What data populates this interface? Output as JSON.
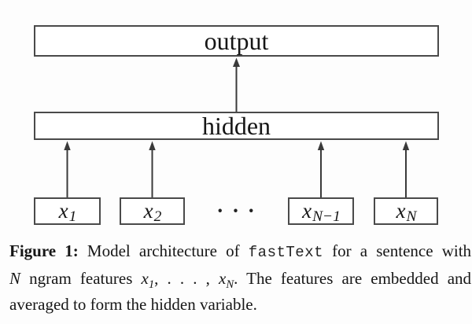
{
  "figure": {
    "output_box_label": "output",
    "hidden_box_label": "hidden",
    "input_boxes": [
      {
        "var": "x",
        "sub": "1"
      },
      {
        "var": "x",
        "sub": "2"
      },
      {
        "var": "x",
        "sub": "N−1"
      },
      {
        "var": "x",
        "sub": "N"
      }
    ],
    "ellipsis": "· · ·"
  },
  "caption": {
    "figure_label": "Figure 1:",
    "line1_a": "Model architecture of",
    "line1_code": "fastText",
    "line1_b": "for a sentence with",
    "line2_N": "N",
    "line2_a": "ngram features",
    "x1": {
      "var": "x",
      "sub": "1"
    },
    "line2_dots": ", . . . , ",
    "xN": {
      "var": "x",
      "sub": "N"
    },
    "line2_b": ". The features are embedded and",
    "line3": "averaged to form the hidden variable."
  },
  "colors": {
    "box_border": "#4a4a4a",
    "arrow": "#3a3a3a",
    "text": "#161616",
    "background": "#fdfdfd"
  }
}
